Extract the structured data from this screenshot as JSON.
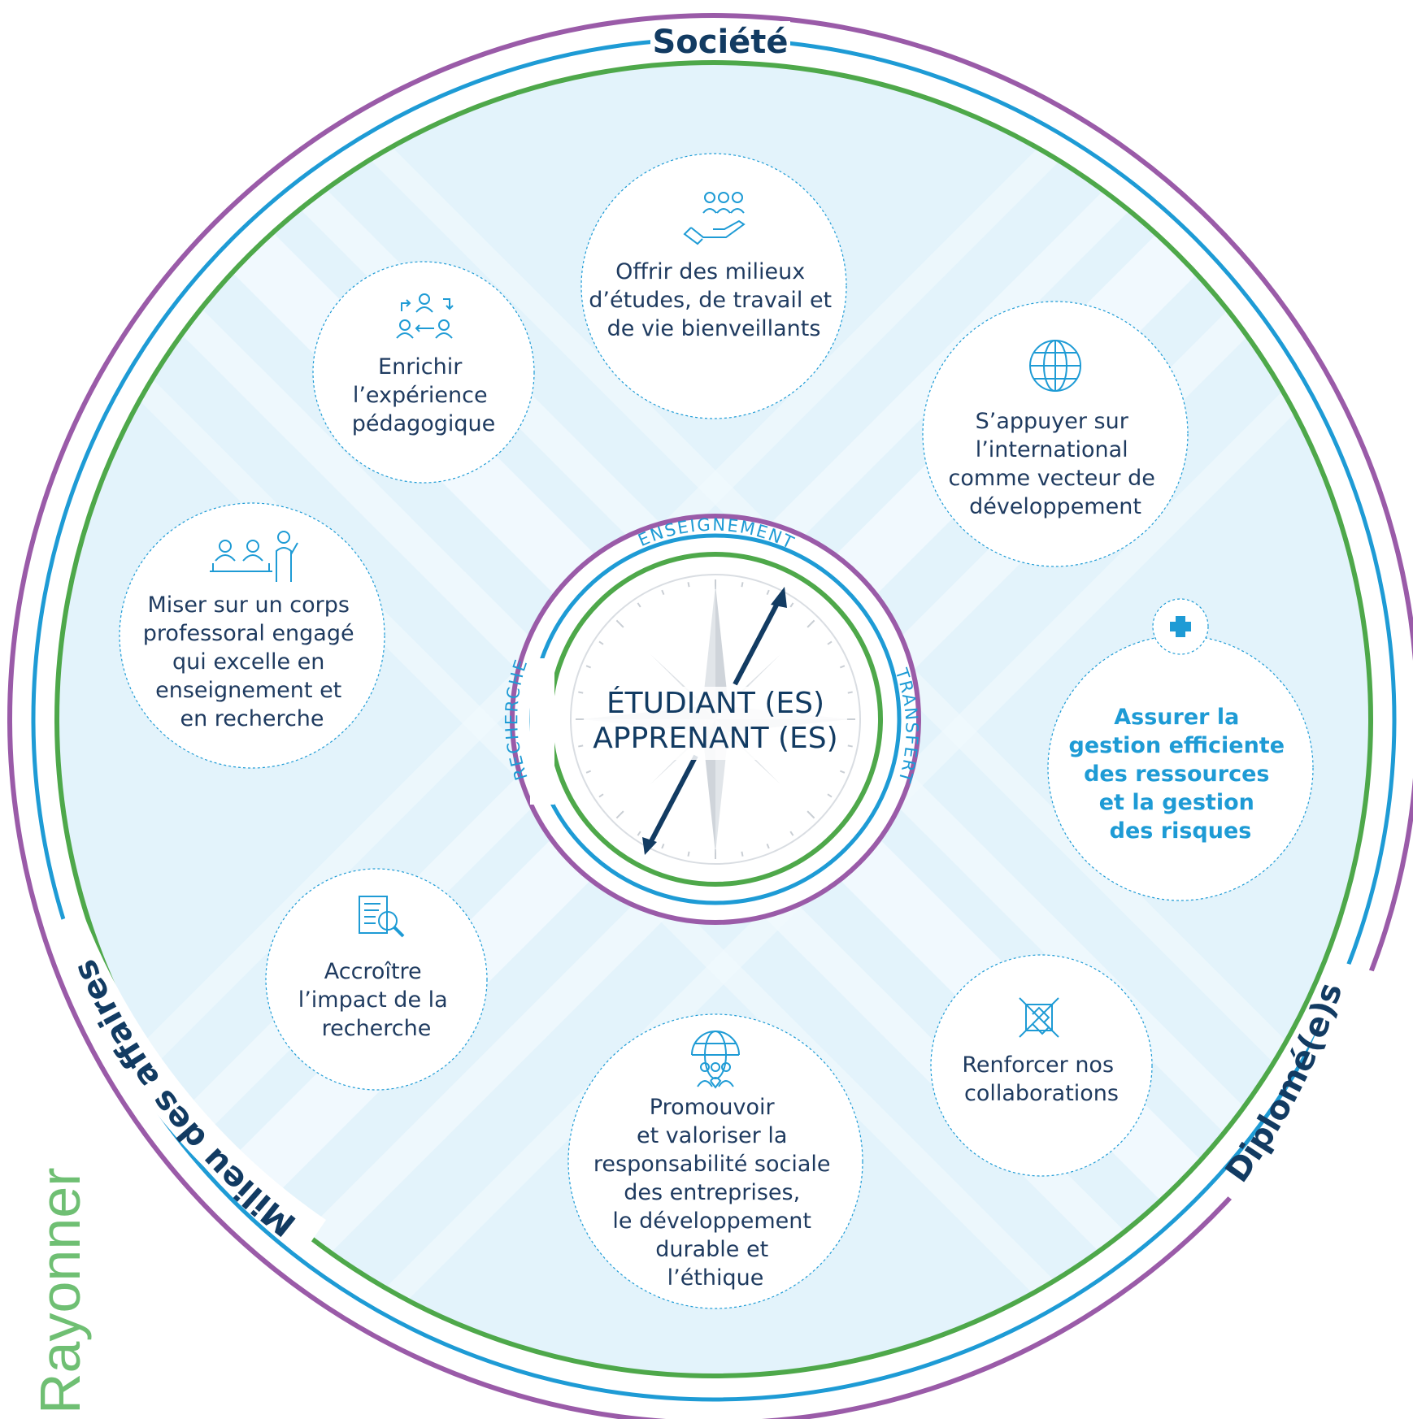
{
  "ring_labels": {
    "top": "Société",
    "left": "Milieu des affaires",
    "right": "Diplomé(e)s"
  },
  "side_label": "Rayonner",
  "center": {
    "line1": "ÉTUDIANT (ES)",
    "line2": "APPRENANT (ES)",
    "ring_left": "RECHERCHE",
    "ring_top": "ENSEIGNEMENT",
    "ring_right": "TRANSFERT"
  },
  "objectives": [
    {
      "icon": "people-hand-icon",
      "lines": [
        "Offrir des milieux",
        "d’études, de travail et",
        "de vie bienveillants"
      ]
    },
    {
      "icon": "people-exchange-icon",
      "lines": [
        "Enrichir",
        "l’expérience",
        "pédagogique"
      ]
    },
    {
      "icon": "globe-icon",
      "lines": [
        "S’appuyer sur",
        "l’international",
        "comme vecteur de",
        "développement"
      ]
    },
    {
      "icon": "classroom-icon",
      "lines": [
        "Miser sur un corps",
        "professoral engagé",
        "qui excelle en",
        "enseignement et",
        "en recherche"
      ]
    },
    {
      "icon": "plus-icon",
      "lines": [
        "Assurer la",
        "gestion efficiente",
        "des ressources",
        "et la gestion",
        "des risques"
      ]
    },
    {
      "icon": "document-search-icon",
      "lines": [
        "Accroître",
        "l’impact de la",
        "recherche"
      ]
    },
    {
      "icon": "handshake-icon",
      "lines": [
        "Renforcer nos",
        "collaborations"
      ]
    },
    {
      "icon": "globe-community-icon",
      "lines": [
        "Promouvoir",
        "et valoriser la",
        "responsabilité sociale",
        "des entreprises,",
        "le développement",
        "durable et",
        "l’éthique"
      ]
    }
  ],
  "colors": {
    "purple_ring": "#9a5ba8",
    "blue_ring": "#1e9bd5",
    "green_ring": "#4ea84a",
    "background": "#e3f3fb",
    "navy": "#123b62",
    "accent_blue": "#1e9bd5",
    "rayonner_green": "#6fbf73"
  }
}
